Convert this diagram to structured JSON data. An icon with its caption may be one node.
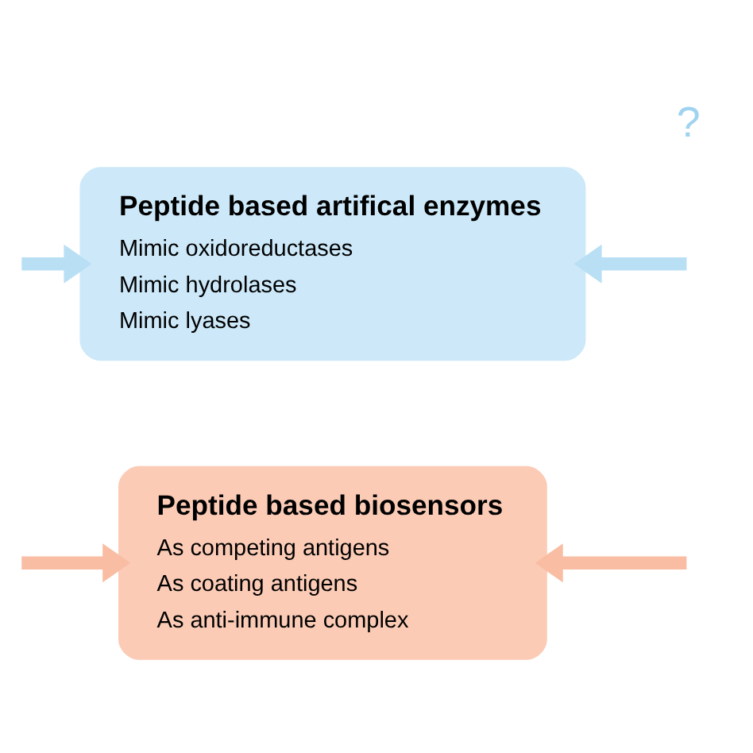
{
  "diagram": {
    "nodes": [
      {
        "text": [
          "Peptide based biosensors",
          "As competing antigens",
          "As coating antigens",
          "As anti-immune complex"
        ]
      },
      {
        "text": [
          "Peptide based artifical enzymes",
          "Mimic oxidoreductases",
          "Mimic hydrolases",
          "Mimic lyases"
        ]
      }
    ],
    "edges": [
      {
        "from": null,
        "to": 0,
        "arrow": "to",
        "color": "#f9bda3"
      },
      {
        "from": null,
        "to": 0,
        "arrow": "to",
        "color": "#f9bda3"
      },
      {
        "from": null,
        "to": 1,
        "arrow": "to",
        "color": "#b9dff5"
      },
      {
        "from": null,
        "to": 1,
        "arrow": "to",
        "color": "#b9dff5"
      }
    ],
    "labels": [
      "?"
    ]
  }
}
